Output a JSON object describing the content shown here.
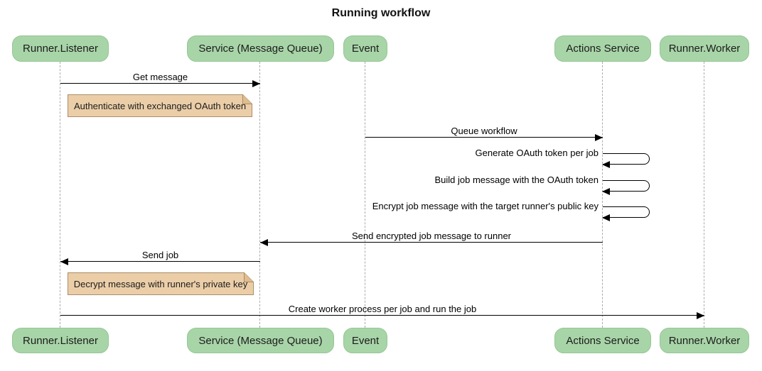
{
  "title": "Running workflow",
  "participants": [
    {
      "id": "runner-listener",
      "label": "Runner.Listener"
    },
    {
      "id": "service-mq",
      "label": "Service (Message Queue)"
    },
    {
      "id": "event",
      "label": "Event"
    },
    {
      "id": "actions-service",
      "label": "Actions Service"
    },
    {
      "id": "runner-worker",
      "label": "Runner.Worker"
    }
  ],
  "messages": [
    {
      "from": "Runner.Listener",
      "to": "Service (Message Queue)",
      "label": "Get message",
      "direction": "right"
    },
    {
      "from": "Event",
      "to": "Actions Service",
      "label": "Queue workflow",
      "direction": "right"
    },
    {
      "from": "Actions Service",
      "to": "Actions Service",
      "label": "Generate OAuth token per job",
      "direction": "self"
    },
    {
      "from": "Actions Service",
      "to": "Actions Service",
      "label": "Build job message with the OAuth token",
      "direction": "self"
    },
    {
      "from": "Actions Service",
      "to": "Actions Service",
      "label": "Encrypt job message with the target runner's public key",
      "direction": "self"
    },
    {
      "from": "Actions Service",
      "to": "Service (Message Queue)",
      "label": "Send encrypted job message to runner",
      "direction": "left"
    },
    {
      "from": "Service (Message Queue)",
      "to": "Runner.Listener",
      "label": "Send job",
      "direction": "left"
    },
    {
      "from": "Runner.Listener",
      "to": "Runner.Worker",
      "label": "Create worker process per job and run the job",
      "direction": "right"
    }
  ],
  "notes": [
    {
      "over": "Runner.Listener",
      "label": "Authenticate with exchanged OAuth token"
    },
    {
      "over": "Runner.Listener",
      "label": "Decrypt message with runner's private key"
    }
  ],
  "colors": {
    "participant_fill": "#a8d5a8",
    "participant_border": "#94c694",
    "note_fill": "#ebcea8",
    "note_border": "#a98e68",
    "lifeline": "#ababab",
    "arrow": "#000000",
    "background": "#ffffff"
  }
}
